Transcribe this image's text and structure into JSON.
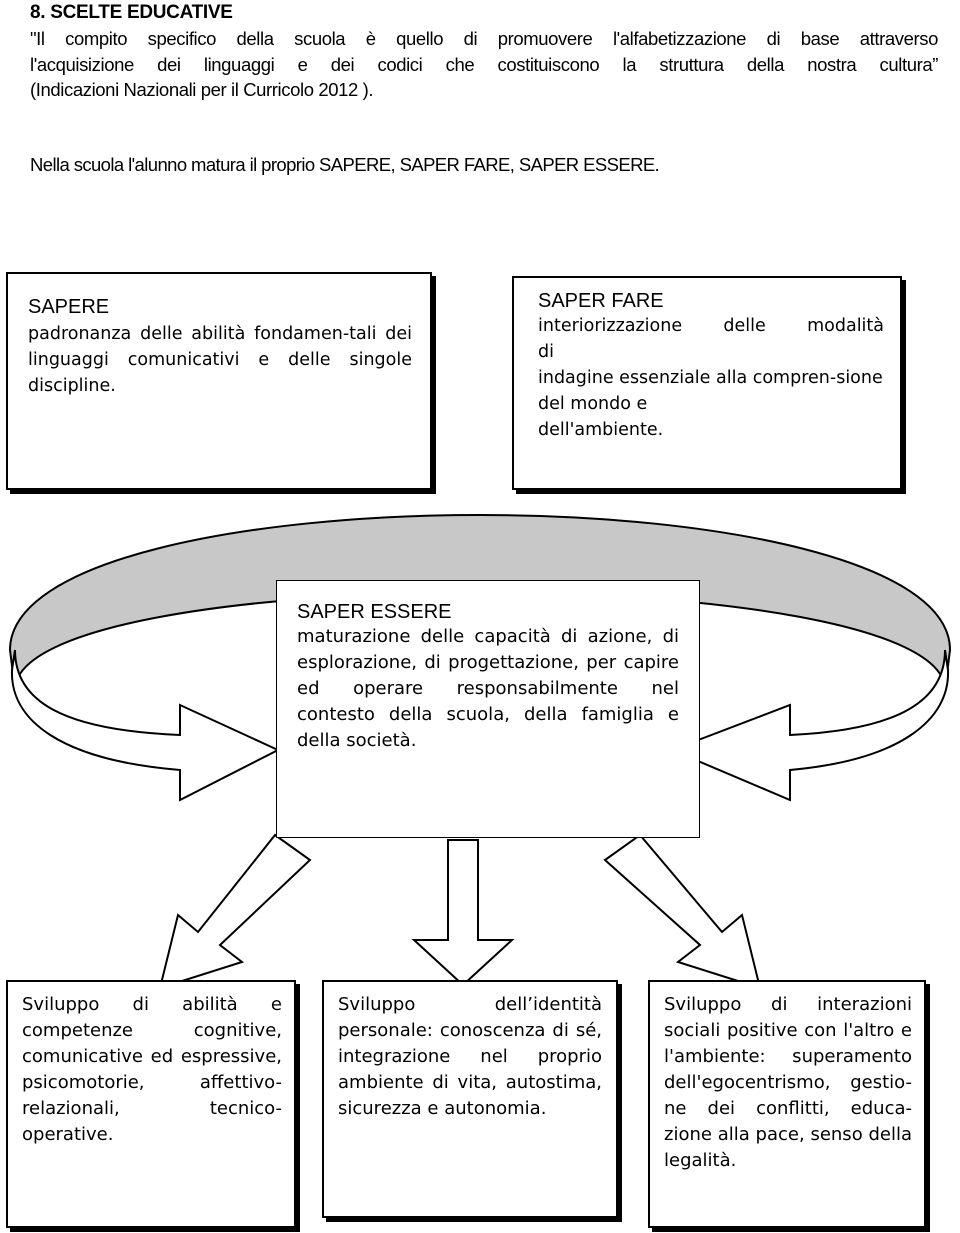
{
  "heading": "8. SCELTE EDUCATIVE",
  "intro": {
    "line1": "\"Il compito specifico della scuola è quello di promuovere l'alfabetizzazione di base attraverso",
    "line2": "l'acquisizione dei linguaggi e dei codici che costituiscono la struttura della nostra cultura”",
    "line3": "(Indicazioni Nazionali per il Curricolo 2012 )."
  },
  "statement": "Nella scuola l'alunno matura il proprio SAPERE, SAPER FARE, SAPER ESSERE.",
  "boxes": {
    "sapere": {
      "title": "SAPERE",
      "text": "padronanza delle abilità fondamen-tali dei linguaggi comunicativi e delle singole discipline."
    },
    "saper_fare": {
      "title": "SAPER FARE",
      "line1": "interiorizzazione delle modalità",
      "line2": "di",
      "line3": "indagine essenziale alla compren-sione del mondo e",
      "line4": "dell'ambiente."
    },
    "saper_essere": {
      "title": "SAPER ESSERE",
      "text": "maturazione delle capacità di azione, di esplorazione, di progettazione, per capire ed operare responsabilmente nel contesto della scuola, della famiglia e della società."
    }
  },
  "outcomes": {
    "left": "Sviluppo di abilità e competenze cognitive, comunicative ed espressive, psicomotorie, affettivo-relazionali, tecnico-operative.",
    "center": "Sviluppo dell’identità personale: conoscenza di sé, integrazione nel proprio ambiente di vita, autostima, sicurezza e autonomia.",
    "right": "Sviluppo di interazioni sociali positive con l'altro e l'ambiente: superamento dell'egocentrismo, gestio-ne dei conflitti, educa-zione alla pace, senso della legalità."
  },
  "colors": {
    "arrow_fill": "#c8c8c8",
    "stroke": "#000000"
  }
}
